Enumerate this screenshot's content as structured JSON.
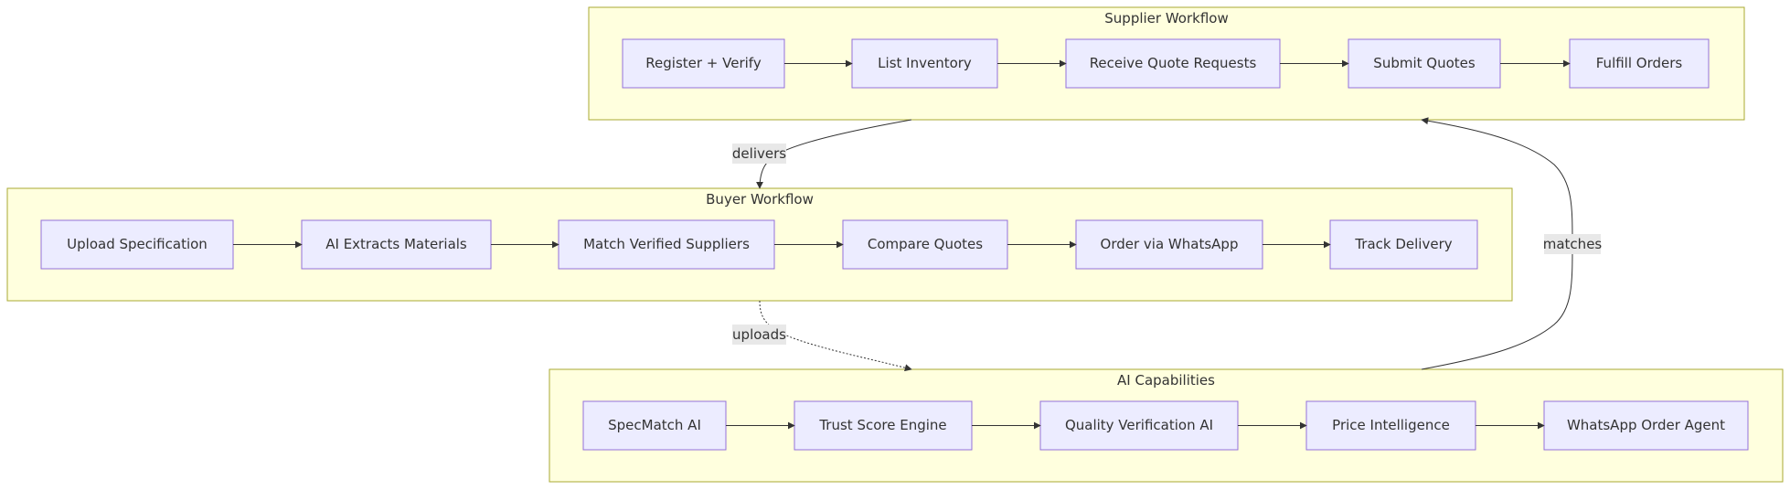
{
  "clusters": {
    "supplier": {
      "title": "Supplier Workflow",
      "nodes": [
        "Register + Verify",
        "List Inventory",
        "Receive Quote Requests",
        "Submit Quotes",
        "Fulfill Orders"
      ]
    },
    "buyer": {
      "title": "Buyer Workflow",
      "nodes": [
        "Upload Specification",
        "AI Extracts Materials",
        "Match Verified Suppliers",
        "Compare Quotes",
        "Order via WhatsApp",
        "Track Delivery"
      ]
    },
    "ai": {
      "title": "AI Capabilities",
      "nodes": [
        "SpecMatch AI",
        "Trust Score Engine",
        "Quality Verification AI",
        "Price Intelligence",
        "WhatsApp Order Agent"
      ]
    }
  },
  "edge_labels": {
    "delivers": "delivers",
    "uploads": "uploads",
    "matches": "matches"
  },
  "colors": {
    "cluster_fill": "#ffffde",
    "cluster_stroke": "#aaaa33",
    "node_fill": "#ececff",
    "node_stroke": "#9370db",
    "edge": "#333333",
    "label_bg": "#e8e8e8"
  }
}
